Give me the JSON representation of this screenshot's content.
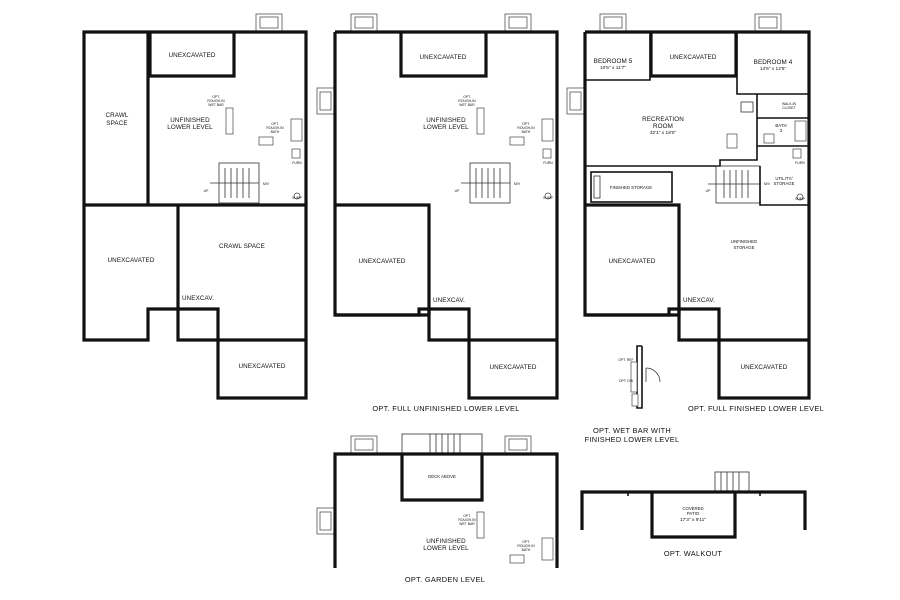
{
  "plans": {
    "left": {
      "crawl_space_1": "CRAWL",
      "crawl_space_2": "SPACE",
      "unexcavated_top": "UNEXCAVATED",
      "unfinished_1": "UNFINISHED",
      "unfinished_2": "LOWER LEVEL",
      "wet_bar_1": "OPT.",
      "wet_bar_2": "ROUGH-IN",
      "wet_bar_3": "WET BAR",
      "bath_1": "OPT.",
      "bath_2": "ROUGH-IN",
      "bath_3": "BATH",
      "up": "UP",
      "mv": "M/V",
      "furn": "FURN",
      "sump": "SUMP",
      "unexcavated_left": "UNEXCAVATED",
      "crawl_space_right": "CRAWL SPACE",
      "unexcav_small": "UNEXCAV.",
      "unexcavated_bottom": "UNEXCAVATED"
    },
    "middle": {
      "title": "OPT. FULL UNFINISHED LOWER LEVEL",
      "unexcavated_top": "UNEXCAVATED",
      "unfinished_1": "UNFINISHED",
      "unfinished_2": "LOWER LEVEL",
      "wet_bar_1": "OPT.",
      "wet_bar_2": "ROUGH-IN",
      "wet_bar_3": "WET BAR",
      "bath_1": "OPT.",
      "bath_2": "ROUGH-IN",
      "bath_3": "BATH",
      "up": "UP",
      "mv": "M/V",
      "furn": "FURN",
      "sump": "SUMP",
      "unexcavated_left": "UNEXCAVATED",
      "unexcav_small": "UNEXCAV.",
      "unexcavated_bottom": "UNEXCAVATED"
    },
    "right": {
      "title": "OPT. FULL FINISHED LOWER LEVEL",
      "bedroom5": "BEDROOM 5",
      "bedroom5_dim": "10'5\" x 11'7\"",
      "unexcavated_top": "UNEXCAVATED",
      "bedroom4": "BEDROOM 4",
      "bedroom4_dim": "14'5\" x 12'5\"",
      "rec_1": "RECREATION",
      "rec_2": "ROOM",
      "rec_dim": "32'1\" x 18'0\"",
      "walkin_1": "WALK-IN",
      "walkin_2": "CLOSET",
      "bath_1": "BATH",
      "bath_2": "3",
      "finished_storage": "FINISHED STORAGE",
      "utility_1": "UTILITY/",
      "utility_2": "STORAGE",
      "unfinished_storage_1": "UNFINISHED",
      "unfinished_storage_2": "STORAGE",
      "unexcavated_left": "UNEXCAVATED",
      "unexcav_small": "UNEXCAV.",
      "unexcavated_bottom": "UNEXCAVATED",
      "up": "UP",
      "mv": "M/V",
      "furn": "FURN",
      "sump": "SUMP"
    },
    "wet_bar": {
      "title_1": "OPT. WET BAR WITH",
      "title_2": "FINISHED LOWER LEVEL",
      "ref": "OPT. REF",
      "dw": "OPT. DW"
    },
    "garden": {
      "title": "OPT. GARDEN LEVEL",
      "deck_above": "DECK ABOVE",
      "unfinished_1": "UNFINISHED",
      "unfinished_2": "LOWER LEVEL",
      "wet_bar_1": "OPT.",
      "wet_bar_2": "ROUGH-IN",
      "wet_bar_3": "WET BAR",
      "bath_1": "OPT.",
      "bath_2": "ROUGH-IN",
      "bath_3": "BATH"
    },
    "walkout": {
      "title": "OPT. WALKOUT",
      "patio_1": "COVERED",
      "patio_2": "PATIO",
      "patio_dim": "17'3\" x 9'11\""
    }
  }
}
